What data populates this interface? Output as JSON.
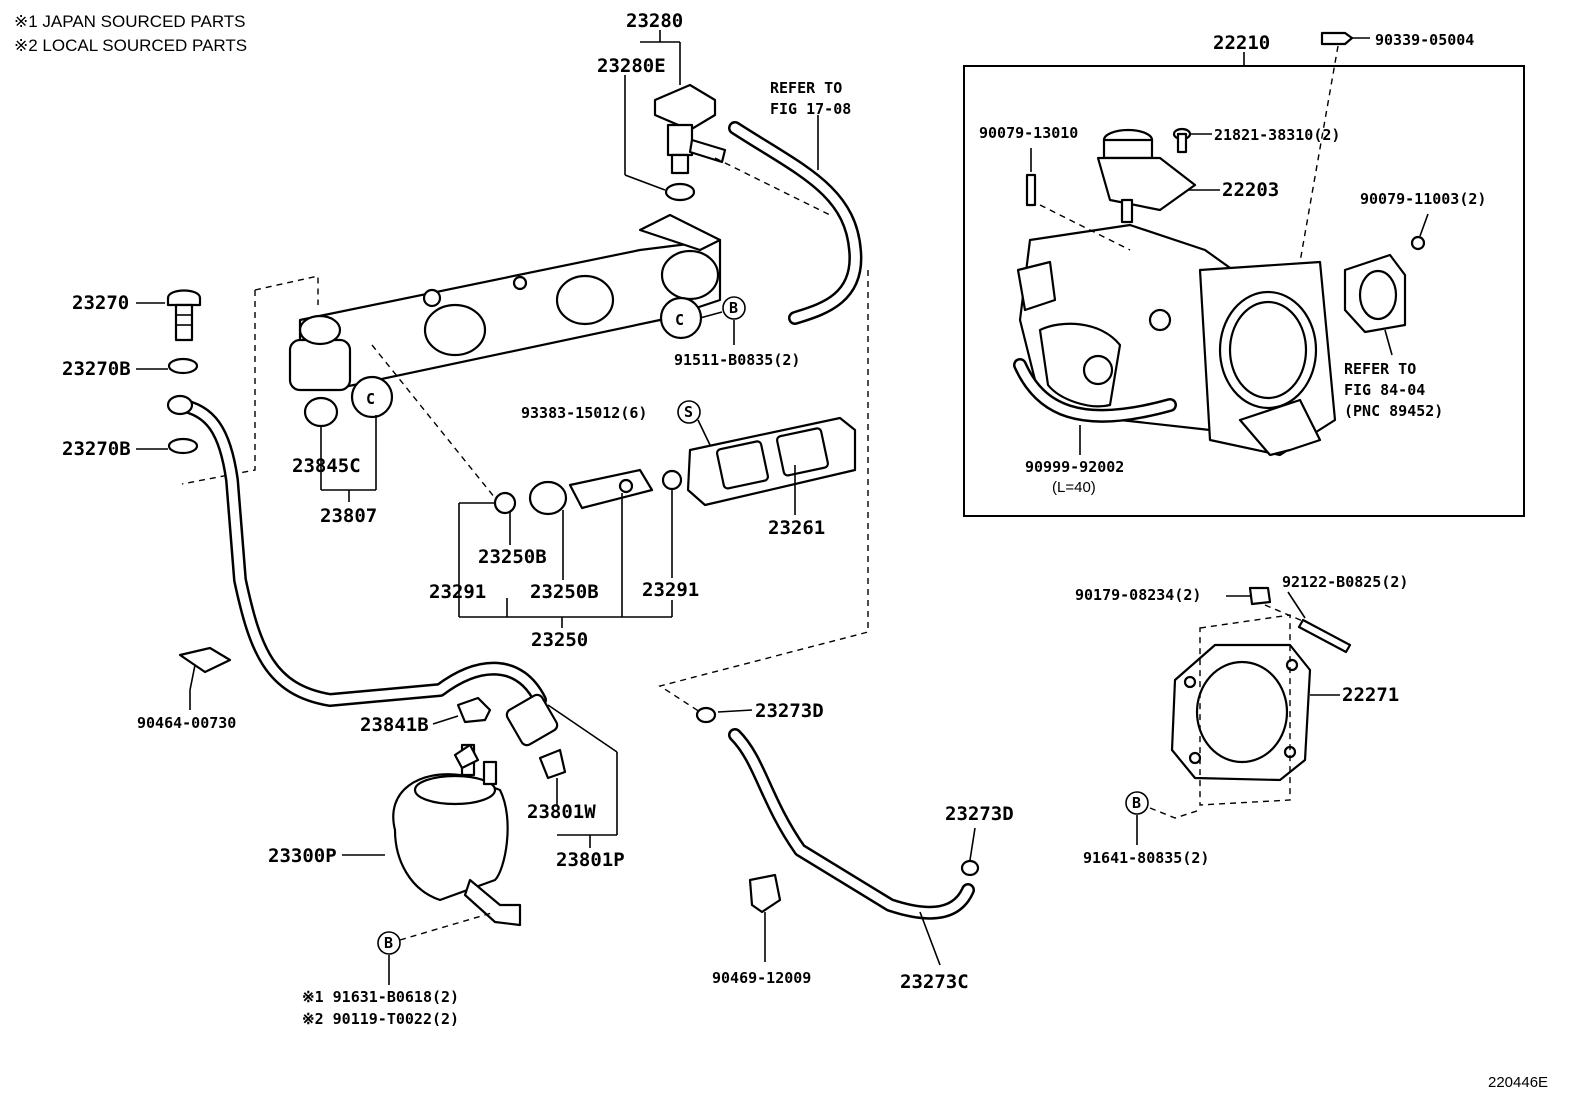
{
  "notes": {
    "note1": "※1 JAPAN SOURCED PARTS",
    "note2": "※2 LOCAL SOURCED PARTS"
  },
  "figure_code": "220446E",
  "labels": {
    "p23280": "23280",
    "p23280E": "23280E",
    "refer_1708_a": "REFER TO",
    "refer_1708_b": "FIG 17-08",
    "p22210": "22210",
    "p90339": "90339-05004",
    "p90079_13010": "90079-13010",
    "p21821": "21821-38310(2)",
    "p22203": "22203",
    "p90079_11003": "90079-11003(2)",
    "refer_8404_a": "REFER TO",
    "refer_8404_b": "FIG 84-04",
    "refer_8404_c": "(PNC 89452)",
    "p90999": "90999-92002",
    "p90999_len": "(L=40)",
    "p23270": "23270",
    "p23270B_1": "23270B",
    "p23270B_2": "23270B",
    "p91511": "91511-B0835(2)",
    "p93383": "93383-15012(6)",
    "p23845C": "23845C",
    "p23807": "23807",
    "p23261": "23261",
    "p23250B_1": "23250B",
    "p23250B_2": "23250B",
    "p23291_1": "23291",
    "p23291_2": "23291",
    "p23250": "23250",
    "p90179": "90179-08234(2)",
    "p92122": "92122-B0825(2)",
    "p90464": "90464-00730",
    "p23273D_1": "23273D",
    "p22271": "22271",
    "p23841B": "23841B",
    "p23801W": "23801W",
    "p23801P": "23801P",
    "p23300P": "23300P",
    "p23273D_2": "23273D",
    "p91641": "91641-80835(2)",
    "p90469": "90469-12009",
    "p23273C": "23273C",
    "p91631": "※1 91631-B0618(2)",
    "p90119": "※2 90119-T0022(2)"
  },
  "markers": {
    "c": "C",
    "b": "B",
    "s": "S"
  }
}
